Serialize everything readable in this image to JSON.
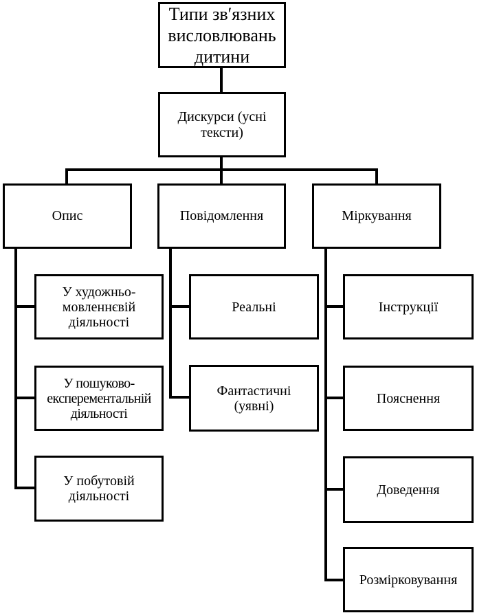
{
  "diagram": {
    "root": "Типи зв′язних\nвисловлювань\nдитини",
    "level2": "Дискурси (усні\nтексти)",
    "categories": {
      "opys": "Опис",
      "povidomlennia": "Повідомлення",
      "mirkuvannia": "Міркування"
    },
    "opys_items": [
      "У художньо-\nмовленнєвій\nдіяльності",
      "У пошуково-\nексперементальній\nдіяльності",
      "У побутовій\nдіяльності"
    ],
    "povidomlennia_items": [
      "Реальні",
      "Фантастичні\n(уявні)"
    ],
    "mirkuvannia_items": [
      "Інструкції",
      "Пояснення",
      "Доведення",
      "Розмірковування"
    ]
  },
  "colors": {
    "stroke": "#000000",
    "background": "#ffffff"
  }
}
